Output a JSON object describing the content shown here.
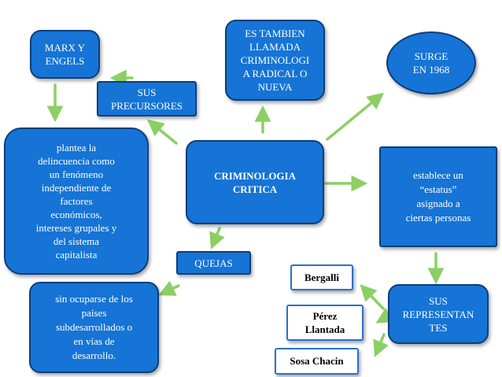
{
  "colors": {
    "node_fill": "#1574d6",
    "node_border": "#0d3e7a",
    "arrow": "#8ccf64",
    "text_dark": "#000000",
    "text_light": "#ffffff"
  },
  "nodes": {
    "marx": "MARX Y\nENGELS",
    "precursores": "SUS\nPRECURSORES",
    "radical": "ES TAMBIEN\nLLAMADA\nCRIMINOLOGI\nA RADICAL O\nNUEVA",
    "surge": "SURGE\nEN  1968",
    "plantea": "plantea la\ndelincuencia como\nun fenómeno\nindependiente de\nfactores\neconómicos,\nintereses grupales y\ndel sistema\ncapitalista",
    "central": "CRIMINOLOGIA\nCRITICA",
    "estatus": "establece un\n“estatus”\nasignado a\nciertas personas",
    "quejas": "QUEJAS",
    "sin_ocuparse": "sin ocuparse de los\npaíses\nsubdesarrollados o\nen vías de\ndesarrollo.",
    "bergalli": "Bergalli",
    "perez": "Pérez\nLlantada",
    "sosa": "Sosa Chacin",
    "representantes": "SUS\nREPRESENTAN\nTES"
  }
}
